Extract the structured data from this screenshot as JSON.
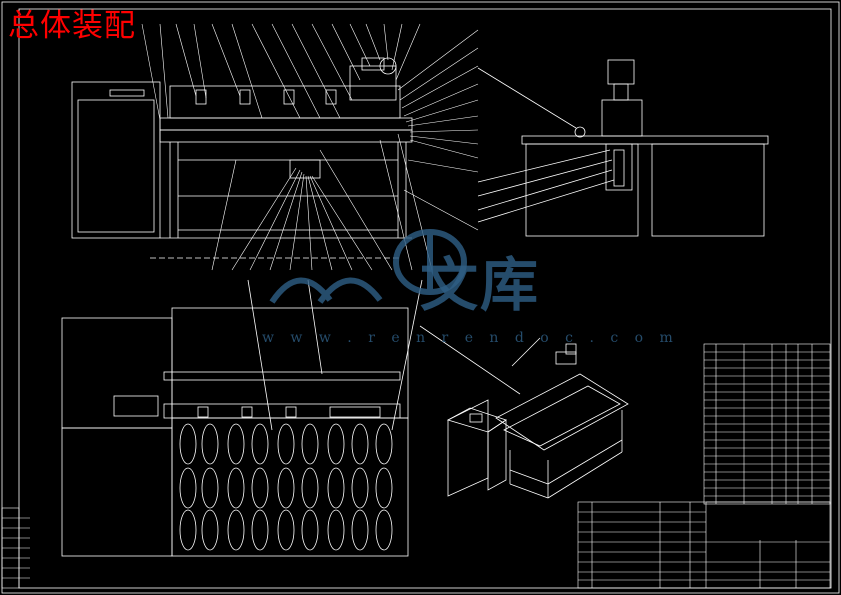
{
  "drawing": {
    "title": "总体装配",
    "watermark_text": "文库",
    "watermark_url": "w w w . r e n r e n d o c . c o m"
  },
  "colors": {
    "background": "#000000",
    "line": "#ffffff",
    "title": "#ff0000",
    "watermark": "#2f5f86"
  }
}
